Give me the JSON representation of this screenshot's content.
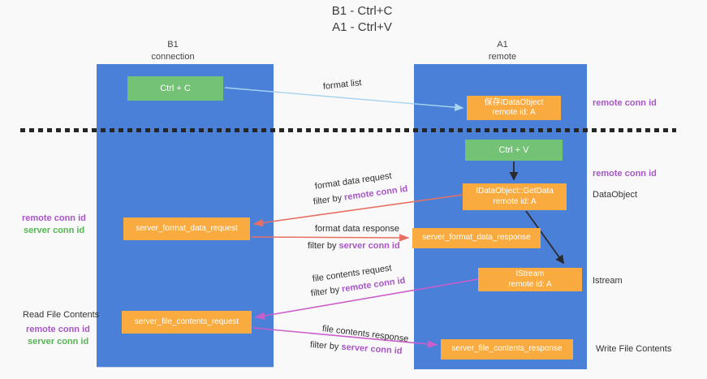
{
  "title": {
    "line1": "B1 - Ctrl+C",
    "line2": "A1 - Ctrl+V"
  },
  "columns": {
    "left": {
      "name": "B1",
      "role": "connection"
    },
    "right": {
      "name": "A1",
      "role": "remote"
    }
  },
  "boxes": {
    "ctrl_c": "Ctrl + C",
    "ctrl_v": "Ctrl + V",
    "save_idataobject": {
      "line1": "保存IDataObject",
      "line2": "remote id: A"
    },
    "getdata": {
      "line1": "IDataObject::GetData",
      "line2": "remote id: A"
    },
    "istream": {
      "line1": "IStream",
      "line2": "remote id: A"
    },
    "format_request": "server_format_data_request",
    "format_response": "server_format_data_response",
    "file_request": "server_file_contents_request",
    "file_response": "server_file_contents_response"
  },
  "labels": {
    "format_list": "format list",
    "format_data_request": "format data request",
    "format_data_response": "format data response",
    "file_contents_request": "file contents request",
    "file_contents_response": "file contents response",
    "filter_by": "filter by ",
    "remote_conn_id": "remote conn id",
    "server_conn_id": "server conn id",
    "dataobject": "DataObject",
    "istream": "Istream",
    "read_file_contents": "Read File Contents",
    "write_file_contents": "Write File Contents"
  },
  "colors": {
    "lane_blue": "#4a80d8",
    "box_green": "#74c276",
    "box_orange": "#f9ab40",
    "arrow_blue": "#a7d3f0",
    "arrow_red": "#e77063",
    "arrow_magenta": "#cb5ecb",
    "arrow_black": "#2b2b2b",
    "text_purple": "#a855c8",
    "text_green": "#55b555"
  }
}
